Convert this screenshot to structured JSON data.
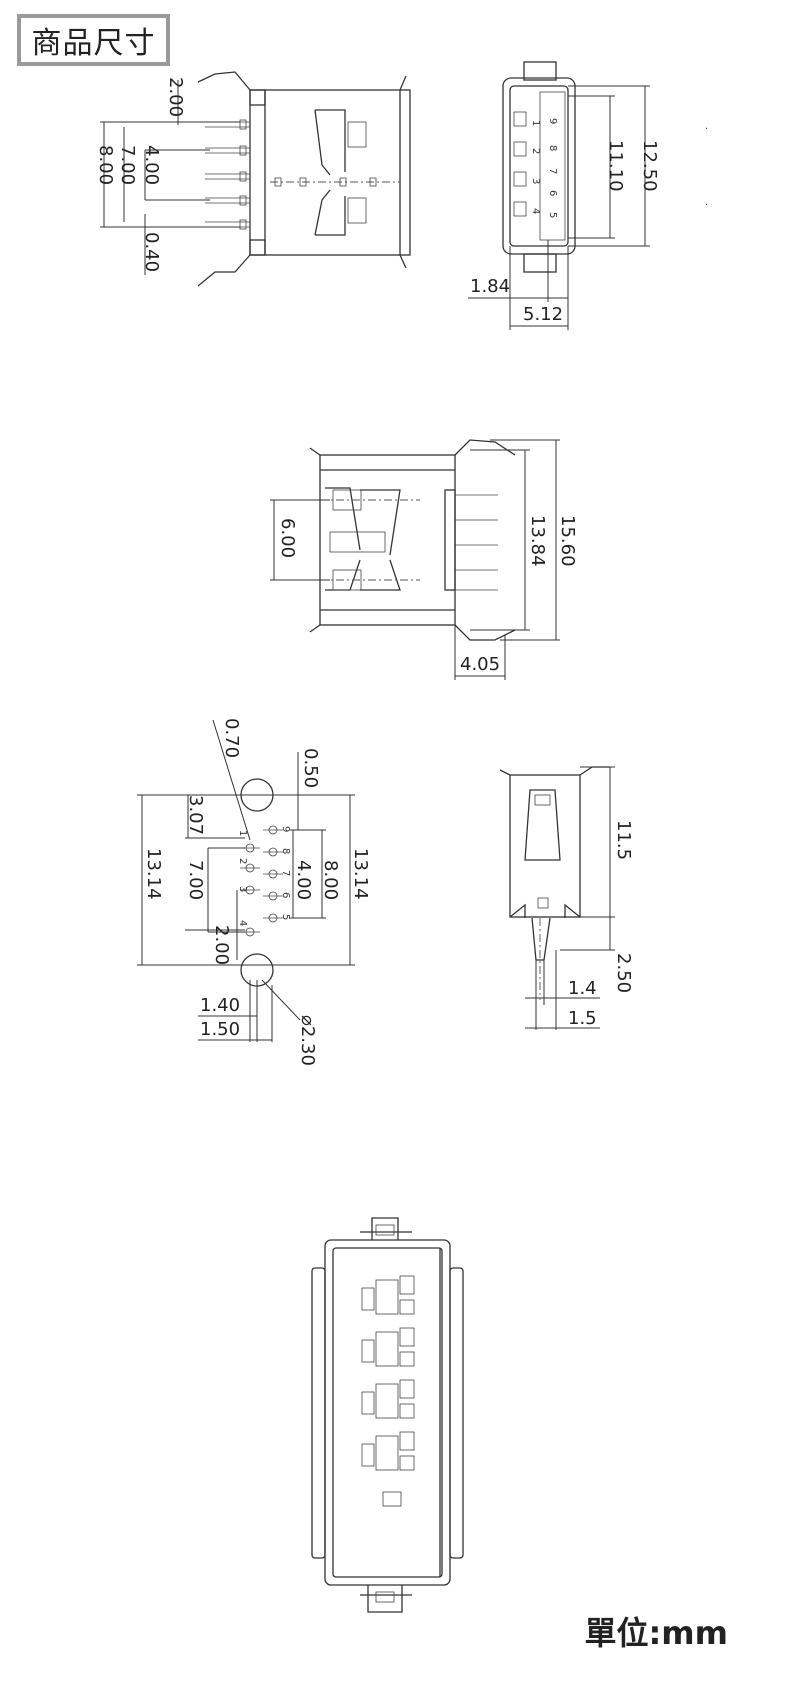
{
  "header": {
    "title": "商品尺寸"
  },
  "footer": {
    "unit": "單位:mm"
  },
  "views": {
    "top_left": {
      "dims": [
        "2.00",
        "8.00",
        "7.00",
        "4.00",
        "0.40"
      ]
    },
    "top_right": {
      "dims": [
        "12.50",
        "11.10",
        "1.84",
        "5.12"
      ],
      "pins": [
        "9",
        "8",
        "7",
        "6",
        "5",
        "1",
        "2",
        "3",
        "4"
      ]
    },
    "middle": {
      "dims": [
        "6.00",
        "13.84",
        "15.60",
        "4.05"
      ]
    },
    "footprint": {
      "dims": [
        "0.70",
        "0.50",
        "3.07",
        "13.14",
        "7.00",
        "4.00",
        "8.00",
        "13.14",
        "2.00",
        "1.40",
        "1.50",
        "⌀2.30"
      ],
      "pins": [
        "9",
        "8",
        "7",
        "6",
        "5",
        "1",
        "2",
        "3",
        "4"
      ]
    },
    "side": {
      "dims": [
        "11.5",
        "2.50",
        "1.4",
        "1.5"
      ]
    }
  }
}
